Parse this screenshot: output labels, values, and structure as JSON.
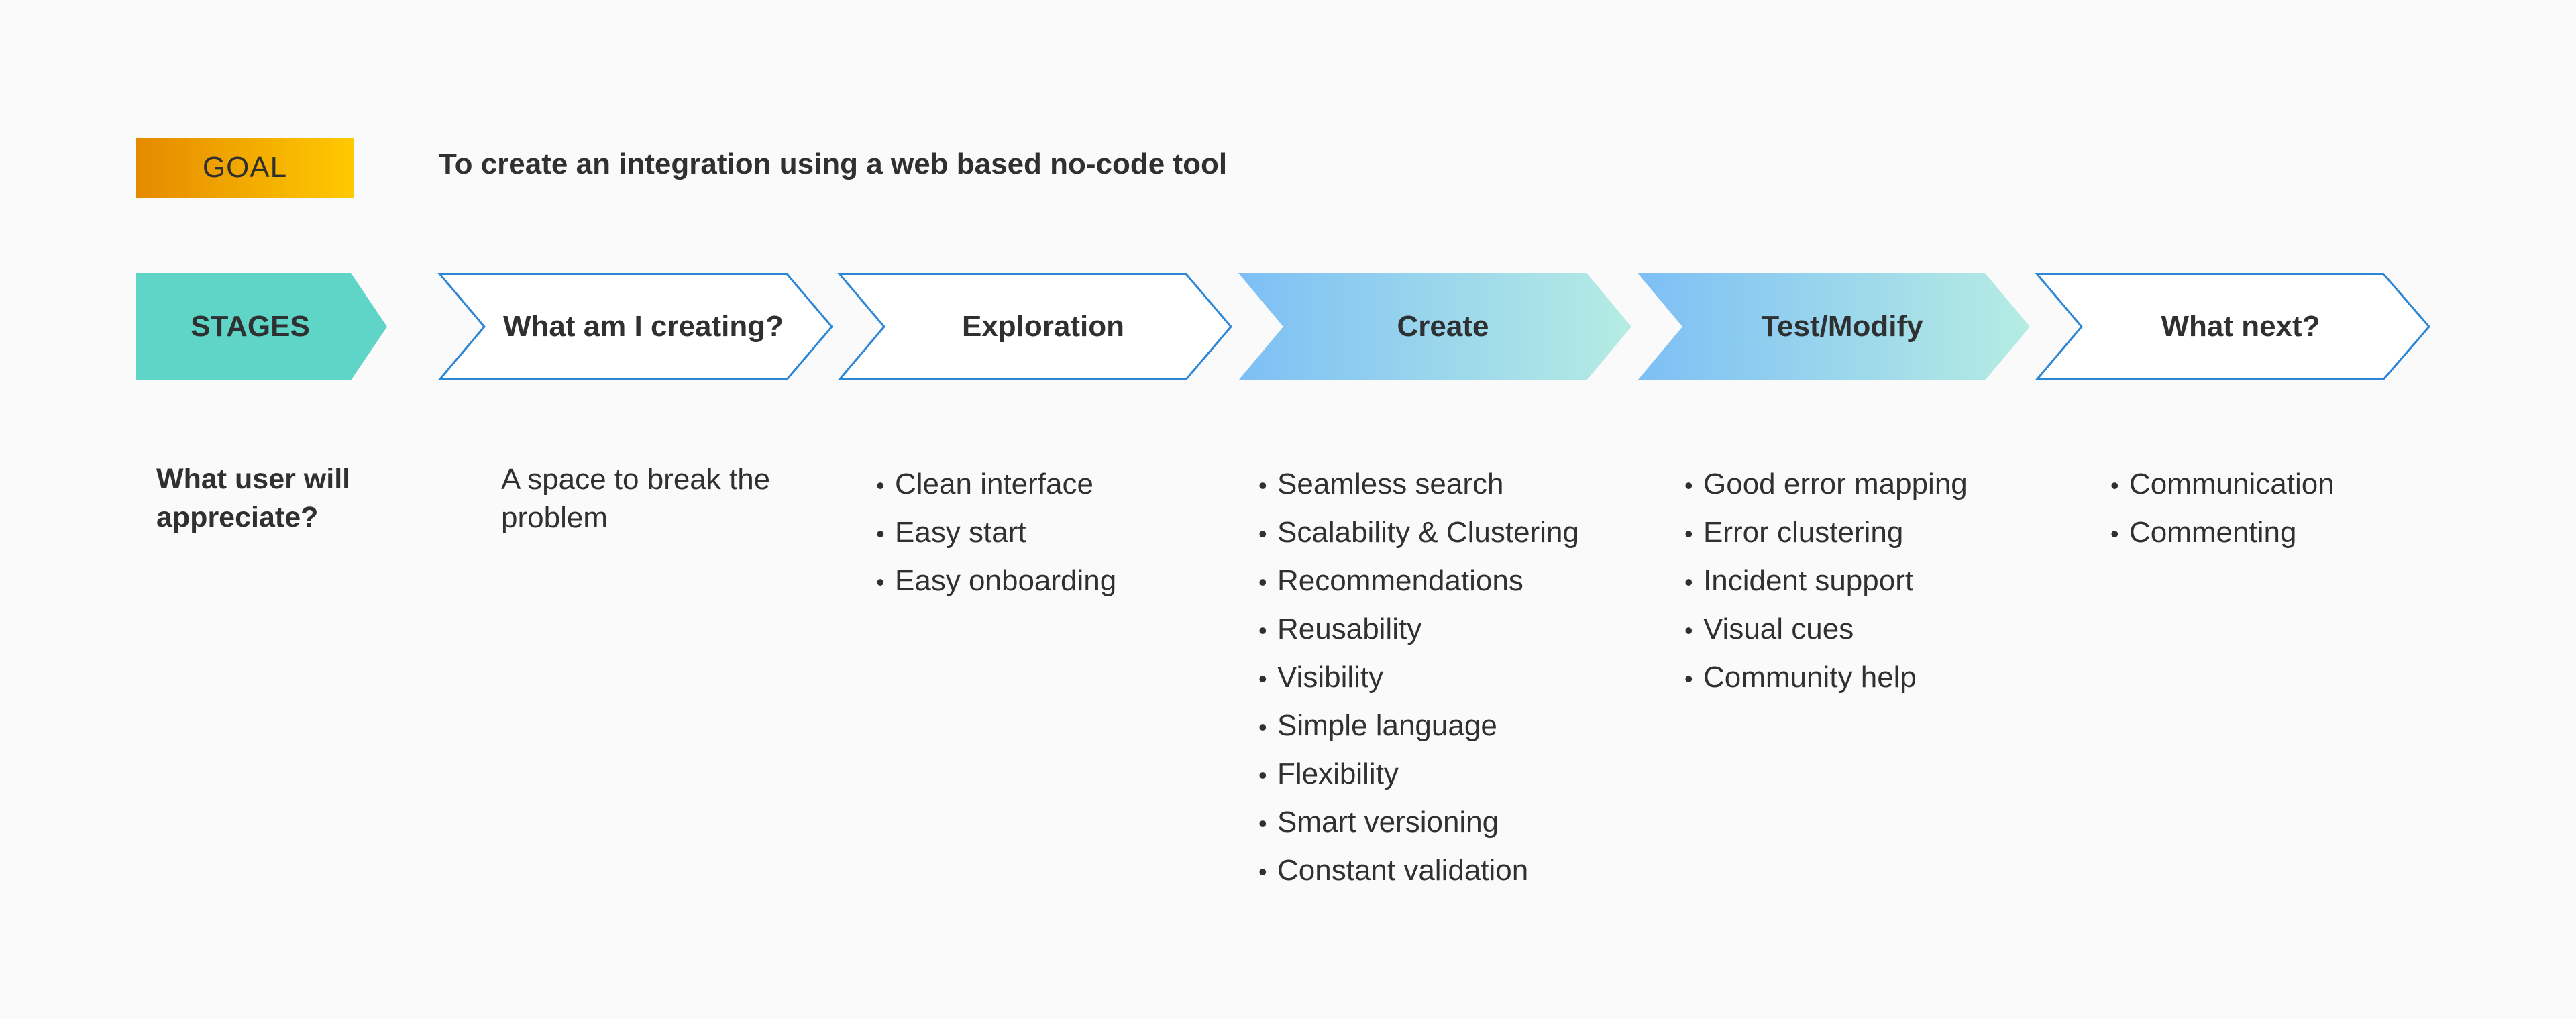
{
  "goal": {
    "badge_label": "GOAL",
    "text": "To create an integration using a web based no-code tool"
  },
  "stages": [
    {
      "label": "STAGES"
    },
    {
      "label": "What am I creating?"
    },
    {
      "label": "Exploration"
    },
    {
      "label": "Create"
    },
    {
      "label": "Test/Modify"
    },
    {
      "label": "What next?"
    }
  ],
  "appreciation": {
    "question": "What user will appreciate?",
    "intro": "A space to break the problem",
    "exploration": [
      "Clean interface",
      "Easy start",
      "Easy onboarding"
    ],
    "create": [
      "Seamless search",
      "Scalability & Clustering",
      "Recommendations",
      "Reusability",
      "Visibility",
      "Simple language",
      "Flexibility",
      "Smart versioning",
      "Constant validation"
    ],
    "test_modify": [
      "Good error mapping",
      "Error clustering",
      "Incident support",
      "Visual cues",
      "Community help"
    ],
    "what_next": [
      "Communication",
      "Commenting"
    ]
  },
  "colors": {
    "goal_gradient": [
      "#e58a00",
      "#ffc900"
    ],
    "stages_fill": "#5fd5c8",
    "outline_stroke": "#2b87d6",
    "active_gradient": [
      "#7dbff5",
      "#b6ece3"
    ]
  }
}
